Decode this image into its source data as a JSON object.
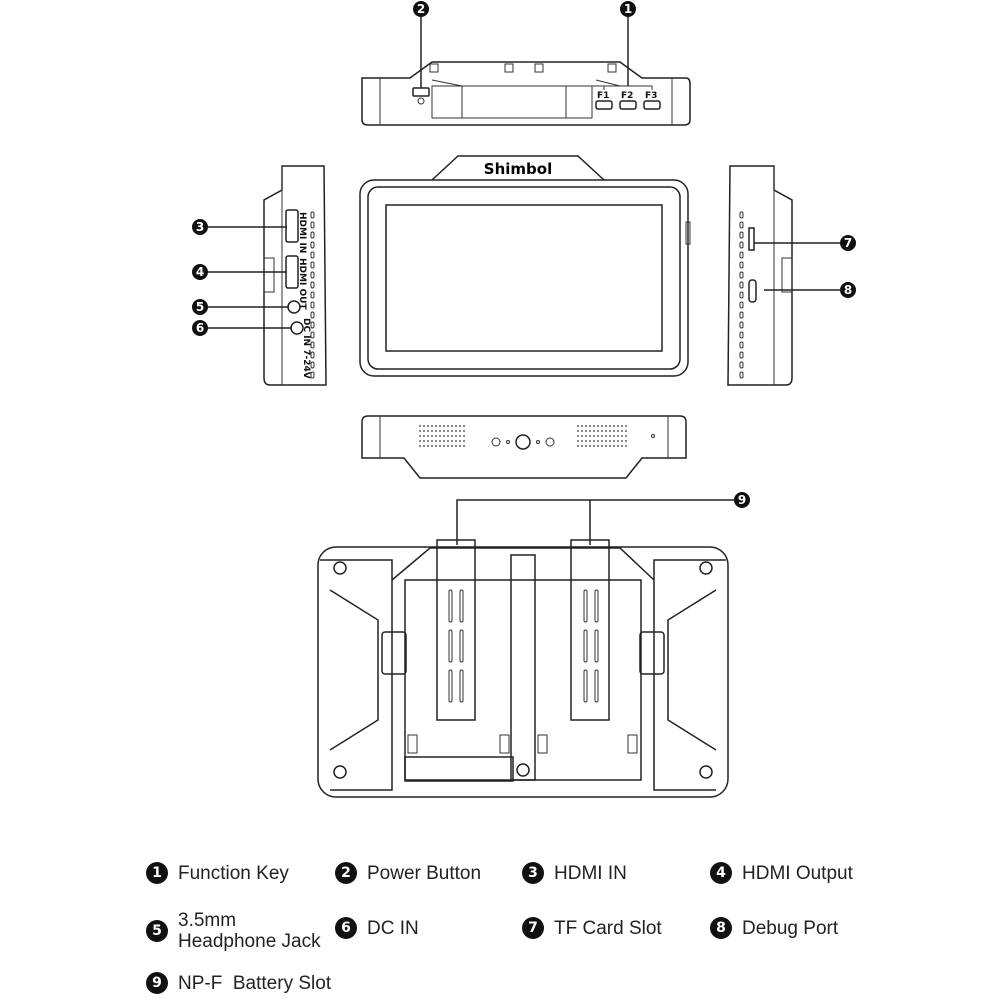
{
  "brand": "Shimbol",
  "device_labels": {
    "f1": "F1",
    "f2": "F2",
    "f3": "F3",
    "hdmi_in": "HDMI IN",
    "hdmi_out": "HDMI OUT",
    "dc_in": "DC IN 7-24V"
  },
  "callouts": [
    "1",
    "2",
    "3",
    "4",
    "5",
    "6",
    "7",
    "8",
    "9"
  ],
  "legend": [
    {
      "num": "1",
      "label": "Function Key"
    },
    {
      "num": "2",
      "label": "Power Button"
    },
    {
      "num": "3",
      "label": "HDMI IN"
    },
    {
      "num": "4",
      "label": "HDMI Output"
    },
    {
      "num": "5",
      "label": "3.5mm Headphone Jack"
    },
    {
      "num": "6",
      "label": "DC IN"
    },
    {
      "num": "7",
      "label": "TF Card Slot"
    },
    {
      "num": "8",
      "label": "Debug Port"
    },
    {
      "num": "9",
      "label": "NP-F  Battery Slot"
    }
  ]
}
